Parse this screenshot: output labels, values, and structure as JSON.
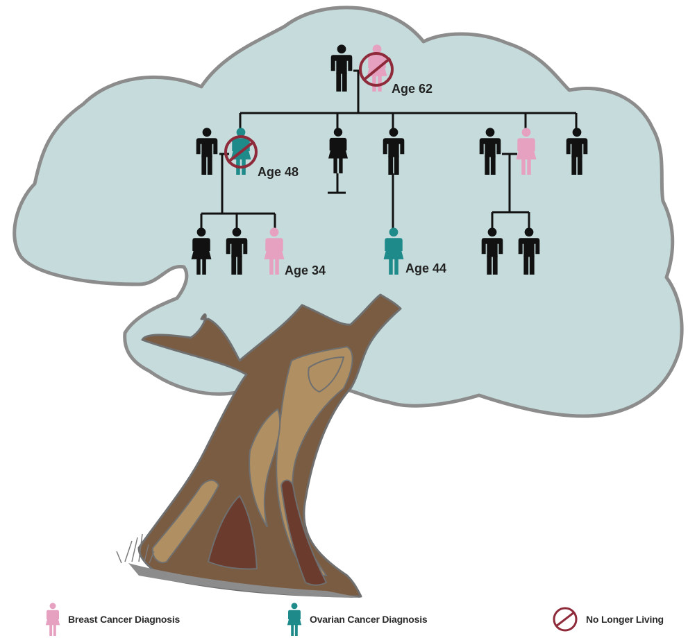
{
  "colors": {
    "canopy": "#c6dcdc",
    "canopy_outline": "#8c8c8c",
    "trunk": "#7a5c43",
    "trunk_light": "#b08f62",
    "trunk_dark": "#6b3b2e",
    "black": "#111111",
    "breast": "#e6a1c1",
    "ovarian": "#1f8a8a",
    "deceased": "#8e2a3a"
  },
  "family": {
    "grandmother_age": "Age 62",
    "mother_age": "Age 48",
    "daughter_age": "Age 34",
    "cousin_age": "Age 44"
  },
  "legend": {
    "breast_label": "Breast Cancer Diagnosis",
    "ovarian_label": "Ovarian Cancer Diagnosis",
    "deceased_label": "No Longer Living"
  }
}
